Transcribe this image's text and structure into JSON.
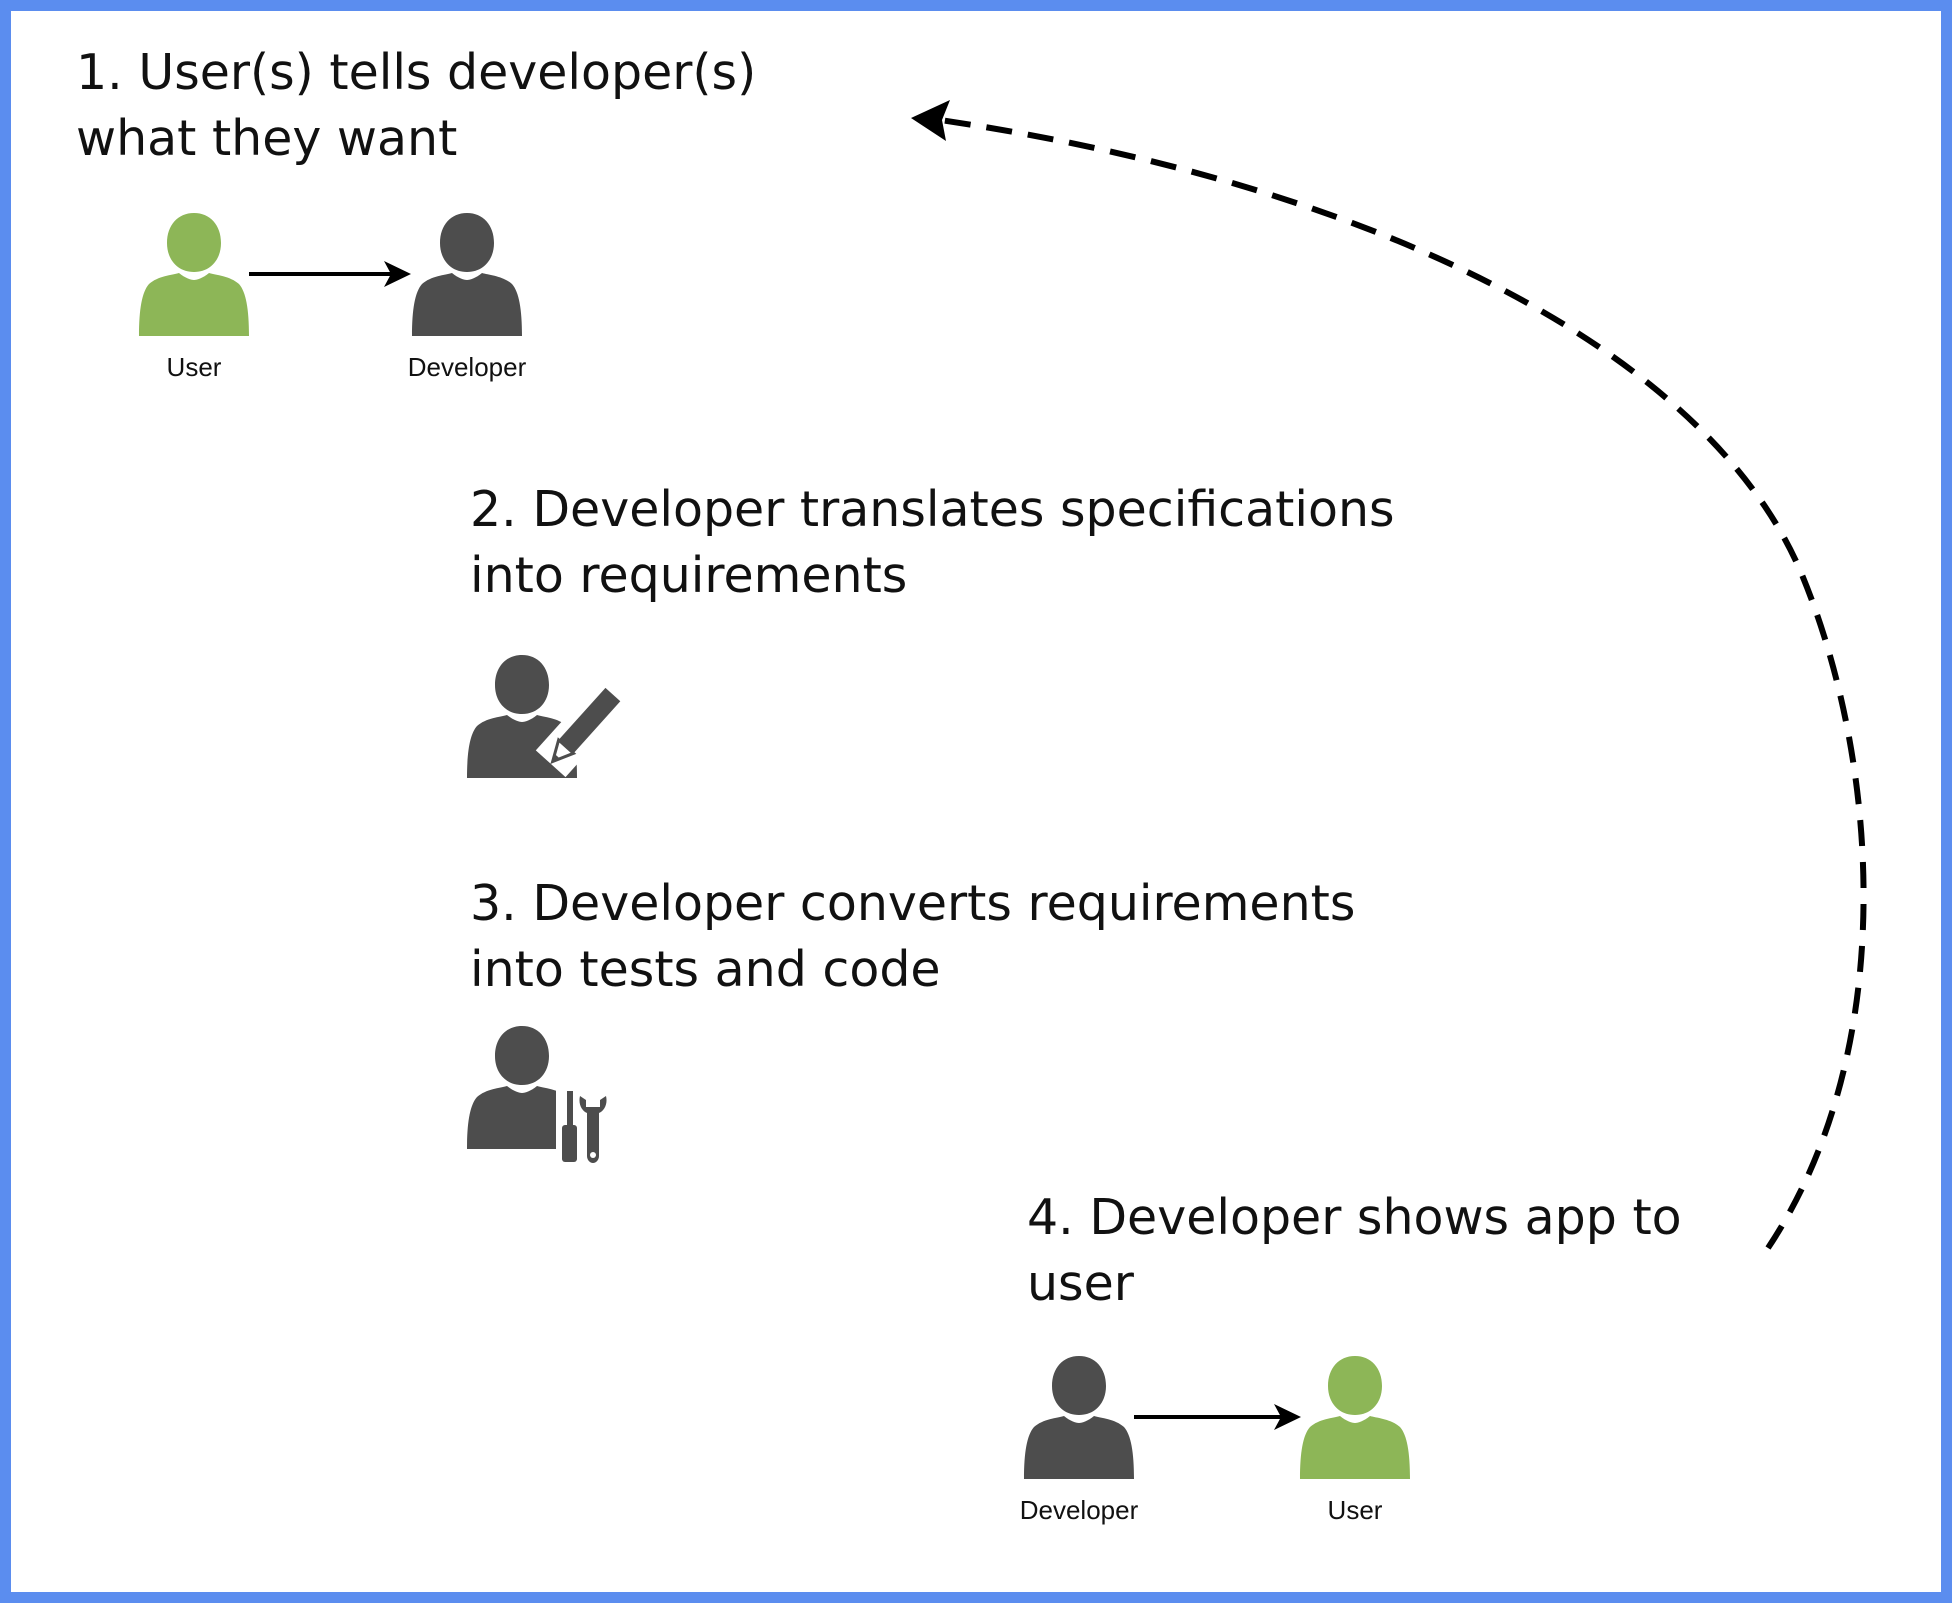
{
  "colors": {
    "border": "#5b8def",
    "user_figure": "#8db657",
    "developer_figure": "#4d4d4d",
    "text": "#111111",
    "connector": "#000000"
  },
  "steps": [
    {
      "line1": "1. User(s) tells developer(s)",
      "line2": "what they want"
    },
    {
      "line1": "2. Developer translates specifications",
      "line2": "into requirements"
    },
    {
      "line1": "3. Developer converts  requirements",
      "line2": "into tests and code"
    },
    {
      "line1": "4. Developer shows app to",
      "line2": "user"
    }
  ],
  "figures": {
    "step1_user_label": "User",
    "step1_developer_label": "Developer",
    "step4_developer_label": "Developer",
    "step4_user_label": "User"
  },
  "icons": {
    "step1_from": "user-icon",
    "step1_to": "developer-icon",
    "step2": "developer-writing-icon",
    "step3": "developer-tools-icon",
    "step4_from": "developer-icon",
    "step4_to": "user-icon",
    "feedback": "dashed-loop-arrow"
  }
}
